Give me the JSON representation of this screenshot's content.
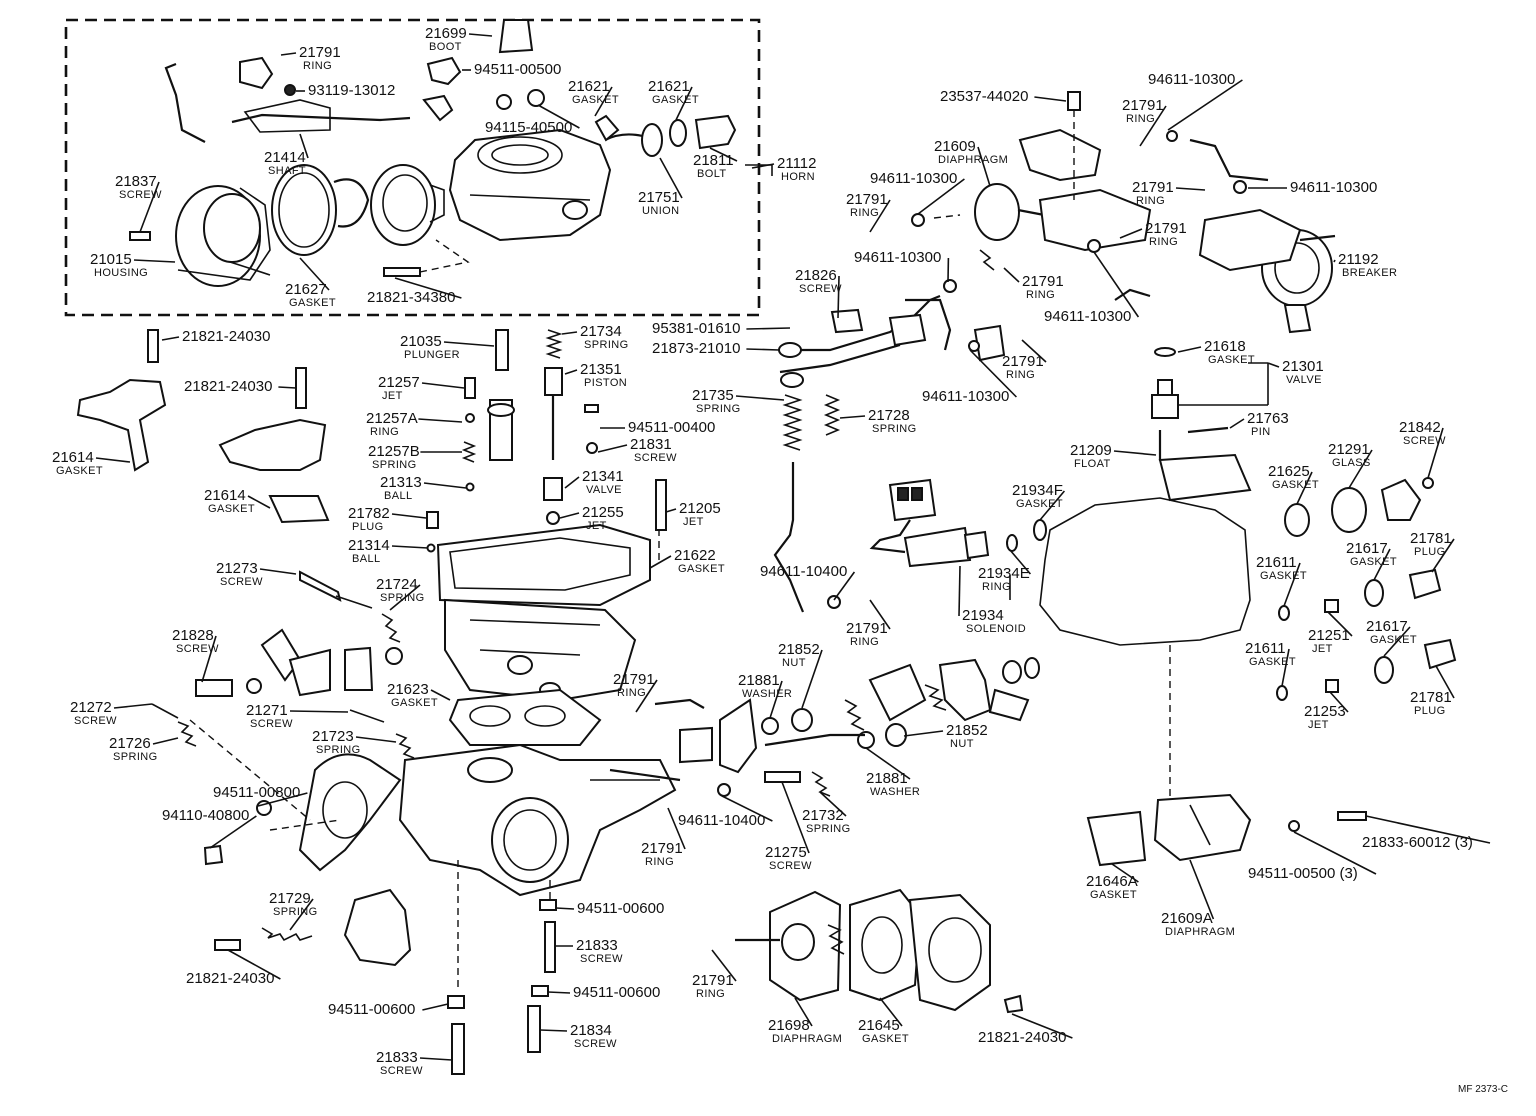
{
  "parts": [
    {
      "id": "p1",
      "num": "21791",
      "name": "RING"
    },
    {
      "id": "p2",
      "num": "21699",
      "name": "BOOT"
    },
    {
      "id": "p3",
      "num": "94511-00500",
      "name": ""
    },
    {
      "id": "p4",
      "num": "93119-13012",
      "name": ""
    },
    {
      "id": "p5",
      "num": "21621",
      "name": "GASKET"
    },
    {
      "id": "p6",
      "num": "21621",
      "name": "GASKET"
    },
    {
      "id": "p7",
      "num": "94115-40500",
      "name": ""
    },
    {
      "id": "p8",
      "num": "21414",
      "name": "SHAFT"
    },
    {
      "id": "p9",
      "num": "21811",
      "name": "BOLT"
    },
    {
      "id": "p10",
      "num": "21112",
      "name": "HORN"
    },
    {
      "id": "p11",
      "num": "21751",
      "name": "UNION"
    },
    {
      "id": "p12",
      "num": "21837",
      "name": "SCREW"
    },
    {
      "id": "p13",
      "num": "21015",
      "name": "HOUSING"
    },
    {
      "id": "p14",
      "num": "21627",
      "name": "GASKET"
    },
    {
      "id": "p15",
      "num": "21821-34380",
      "name": ""
    },
    {
      "id": "p16",
      "num": "21821-24030",
      "name": ""
    },
    {
      "id": "p17",
      "num": "21035",
      "name": "PLUNGER"
    },
    {
      "id": "p18",
      "num": "21734",
      "name": "SPRING"
    },
    {
      "id": "p19",
      "num": "21351",
      "name": "PISTON"
    },
    {
      "id": "p20",
      "num": "21821-24030",
      "name": ""
    },
    {
      "id": "p21",
      "num": "21257",
      "name": "JET"
    },
    {
      "id": "p22",
      "num": "21257A",
      "name": "RING"
    },
    {
      "id": "p23",
      "num": "94511-00400",
      "name": ""
    },
    {
      "id": "p24",
      "num": "21831",
      "name": "SCREW"
    },
    {
      "id": "p25",
      "num": "21257B",
      "name": "SPRING"
    },
    {
      "id": "p26",
      "num": "21614",
      "name": "GASKET"
    },
    {
      "id": "p27",
      "num": "21313",
      "name": "BALL"
    },
    {
      "id": "p28",
      "num": "21341",
      "name": "VALVE"
    },
    {
      "id": "p29",
      "num": "21614",
      "name": "GASKET"
    },
    {
      "id": "p30",
      "num": "21782",
      "name": "PLUG"
    },
    {
      "id": "p31",
      "num": "21255",
      "name": "JET"
    },
    {
      "id": "p32",
      "num": "21205",
      "name": "JET"
    },
    {
      "id": "p33",
      "num": "21314",
      "name": "BALL"
    },
    {
      "id": "p34",
      "num": "21622",
      "name": "GASKET"
    },
    {
      "id": "p35",
      "num": "21273",
      "name": "SCREW"
    },
    {
      "id": "p36",
      "num": "21724",
      "name": "SPRING"
    },
    {
      "id": "p37",
      "num": "21828",
      "name": "SCREW"
    },
    {
      "id": "p38",
      "num": "21623",
      "name": "GASKET"
    },
    {
      "id": "p39",
      "num": "21272",
      "name": "SCREW"
    },
    {
      "id": "p40",
      "num": "21271",
      "name": "SCREW"
    },
    {
      "id": "p41",
      "num": "21726",
      "name": "SPRING"
    },
    {
      "id": "p42",
      "num": "21723",
      "name": "SPRING"
    },
    {
      "id": "p43",
      "num": "94511-00800",
      "name": ""
    },
    {
      "id": "p44",
      "num": "94110-40800",
      "name": ""
    },
    {
      "id": "p45",
      "num": "21729",
      "name": "SPRING"
    },
    {
      "id": "p46",
      "num": "21821-24030",
      "name": ""
    },
    {
      "id": "p47",
      "num": "94511-00600",
      "name": ""
    },
    {
      "id": "p48",
      "num": "21833",
      "name": "SCREW"
    },
    {
      "id": "p49",
      "num": "94511-00600",
      "name": ""
    },
    {
      "id": "p50",
      "num": "94511-00600",
      "name": ""
    },
    {
      "id": "p51",
      "num": "21834",
      "name": "SCREW"
    },
    {
      "id": "p52",
      "num": "21833",
      "name": "SCREW"
    },
    {
      "id": "p53",
      "num": "95381-01610",
      "name": ""
    },
    {
      "id": "p54",
      "num": "21873-21010",
      "name": ""
    },
    {
      "id": "p55",
      "num": "21826",
      "name": "SCREW"
    },
    {
      "id": "p56",
      "num": "21735",
      "name": "SPRING"
    },
    {
      "id": "p57",
      "num": "21728",
      "name": "SPRING"
    },
    {
      "id": "p58",
      "num": "94611-10300",
      "name": ""
    },
    {
      "id": "p59",
      "num": "21791",
      "name": "RING"
    },
    {
      "id": "p60",
      "num": "94611-10400",
      "name": ""
    },
    {
      "id": "p61",
      "num": "21791",
      "name": "RING"
    },
    {
      "id": "p62",
      "num": "21852",
      "name": "NUT"
    },
    {
      "id": "p63",
      "num": "21881",
      "name": "WASHER"
    },
    {
      "id": "p64",
      "num": "21791",
      "name": "RING"
    },
    {
      "id": "p65",
      "num": "21852",
      "name": "NUT"
    },
    {
      "id": "p66",
      "num": "21881",
      "name": "WASHER"
    },
    {
      "id": "p67",
      "num": "94611-10400",
      "name": ""
    },
    {
      "id": "p68",
      "num": "21791",
      "name": "RING"
    },
    {
      "id": "p69",
      "num": "21732",
      "name": "SPRING"
    },
    {
      "id": "p70",
      "num": "21275",
      "name": "SCREW"
    },
    {
      "id": "p71",
      "num": "21791",
      "name": "RING"
    },
    {
      "id": "p72",
      "num": "21698",
      "name": "DIAPHRAGM"
    },
    {
      "id": "p73",
      "num": "21645",
      "name": "GASKET"
    },
    {
      "id": "p74",
      "num": "21821-24030",
      "name": ""
    },
    {
      "id": "p75",
      "num": "23537-44020",
      "name": ""
    },
    {
      "id": "p76",
      "num": "21609",
      "name": "DIAPHRAGM"
    },
    {
      "id": "p77",
      "num": "94611-10300",
      "name": ""
    },
    {
      "id": "p78",
      "num": "21791",
      "name": "RING"
    },
    {
      "id": "p79",
      "num": "94611-10300",
      "name": ""
    },
    {
      "id": "p80",
      "num": "21791",
      "name": "RING"
    },
    {
      "id": "p81",
      "num": "94611-10300",
      "name": ""
    },
    {
      "id": "p82",
      "num": "21791",
      "name": "RING"
    },
    {
      "id": "p83",
      "num": "21791",
      "name": "RING"
    },
    {
      "id": "p84",
      "num": "94611-10300",
      "name": ""
    },
    {
      "id": "p85",
      "num": "21791",
      "name": "RING"
    },
    {
      "id": "p86",
      "num": "21192",
      "name": "BREAKER"
    },
    {
      "id": "p87",
      "num": "94611-10300",
      "name": ""
    },
    {
      "id": "p88",
      "num": "21618",
      "name": "GASKET"
    },
    {
      "id": "p89",
      "num": "21301",
      "name": "VALVE"
    },
    {
      "id": "p90",
      "num": "21763",
      "name": "PIN"
    },
    {
      "id": "p91",
      "num": "21209",
      "name": "FLOAT"
    },
    {
      "id": "p92",
      "num": "21291",
      "name": "GLASS"
    },
    {
      "id": "p93",
      "num": "21842",
      "name": "SCREW"
    },
    {
      "id": "p94",
      "num": "21625",
      "name": "GASKET"
    },
    {
      "id": "p95",
      "num": "21934F",
      "name": "GASKET"
    },
    {
      "id": "p96",
      "num": "21781",
      "name": "PLUG"
    },
    {
      "id": "p97",
      "num": "21611",
      "name": "GASKET"
    },
    {
      "id": "p98",
      "num": "21617",
      "name": "GASKET"
    },
    {
      "id": "p99",
      "num": "21934E",
      "name": "RING"
    },
    {
      "id": "p100",
      "num": "21934",
      "name": "SOLENOID"
    },
    {
      "id": "p101",
      "num": "21251",
      "name": "JET"
    },
    {
      "id": "p102",
      "num": "21617",
      "name": "GASKET"
    },
    {
      "id": "p103",
      "num": "21611",
      "name": "GASKET"
    },
    {
      "id": "p104",
      "num": "21781",
      "name": "PLUG"
    },
    {
      "id": "p105",
      "num": "21253",
      "name": "JET"
    },
    {
      "id": "p106",
      "num": "21646A",
      "name": "GASKET"
    },
    {
      "id": "p107",
      "num": "21609A",
      "name": "DIAPHRAGM"
    },
    {
      "id": "p108",
      "num": "21833-60012 (3)",
      "name": ""
    },
    {
      "id": "p109",
      "num": "94511-00500 (3)",
      "name": ""
    }
  ],
  "figure_code": "MF  2373-C",
  "colors": {
    "ink": "#111111",
    "paper": "#ffffff"
  }
}
